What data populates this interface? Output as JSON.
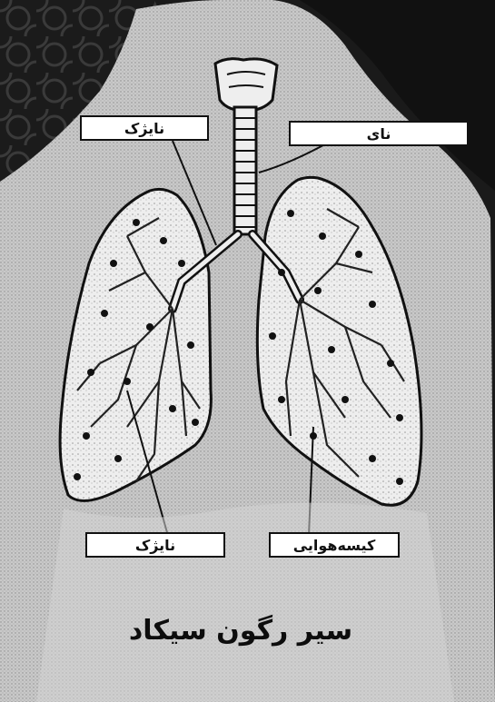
{
  "labels": {
    "trachea": "نایژک",
    "bronchus": "نای",
    "bronchiole": "نایژک",
    "alveoli": "کیسه‌هوایی"
  },
  "caption": "سیر رگون سیکاد",
  "colors": {
    "ink": "#111111",
    "background": "#d9d9d9",
    "body": "#bdbdbd",
    "lung": "#f1f1f1",
    "label_fill": "#ffffff"
  }
}
